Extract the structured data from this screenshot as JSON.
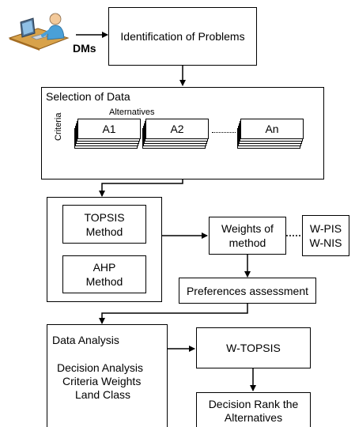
{
  "dms_label": "DMs",
  "boxes": {
    "identification": "Identification of Problems",
    "selection_title": "Selection of Data",
    "alternatives_label": "Alternatives",
    "criteria_label": "Criteria",
    "alternatives": [
      "A1",
      "A2",
      "An"
    ],
    "topsis_line1": "TOPSIS",
    "topsis_line2": "Method",
    "ahp_line1": "AHP",
    "ahp_line2": "Method",
    "weights_line1": "Weights of",
    "weights_line2": "method",
    "wpis": "W-PIS",
    "wnis": "W-NIS",
    "preferences": "Preferences assessment",
    "analysis_title": "Data Analysis",
    "analysis_line1": "Decision Analysis",
    "analysis_line2": "Criteria Weights",
    "analysis_line3": "Land Class",
    "wtopsis": "W-TOPSIS",
    "rank_line1": "Decision Rank the",
    "rank_line2": "Alternatives"
  }
}
